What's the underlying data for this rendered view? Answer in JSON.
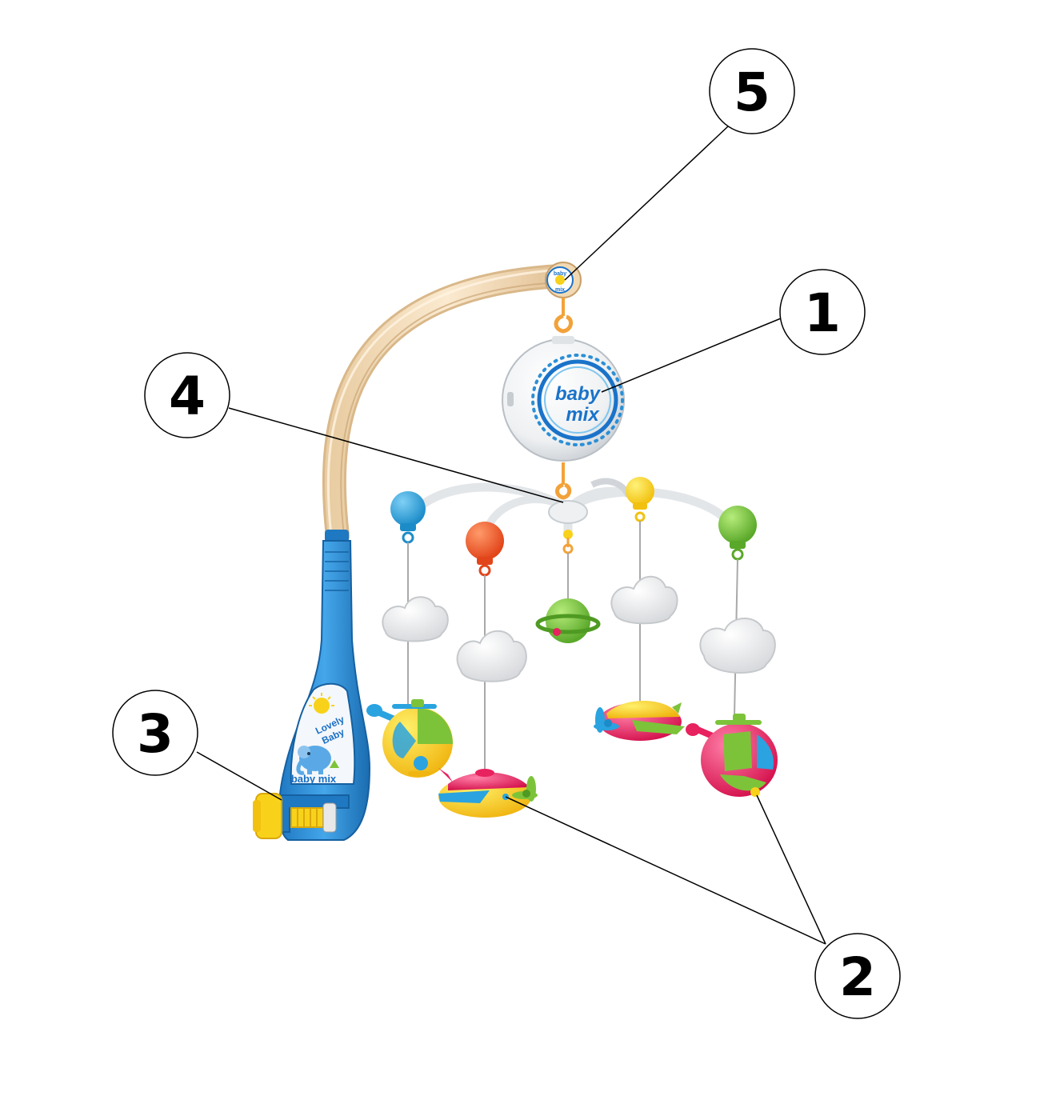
{
  "callouts": [
    {
      "number": "1",
      "part": "music-box"
    },
    {
      "number": "2",
      "part": "hanging-toys"
    },
    {
      "number": "3",
      "part": "crib-clamp"
    },
    {
      "number": "4",
      "part": "hanger-arms"
    },
    {
      "number": "5",
      "part": "arm-connector"
    }
  ],
  "branding": {
    "music_box_logo_line1": "baby",
    "music_box_logo_line2": "mix",
    "clamp_label_line1": "Lovely",
    "clamp_label_line2": "Baby",
    "clamp_brand": "baby mix",
    "connector_logo_line1": "baby",
    "connector_logo_line2": "mix"
  },
  "colors": {
    "clamp_blue": "#2b8fd6",
    "arm_cream": "#f3dcb8",
    "cloud_white": "#f4f4f4",
    "accent_red": "#e8215f",
    "accent_yellow": "#f8d21a",
    "accent_green": "#7cc33a",
    "accent_blue": "#2aa3e0",
    "accent_orange": "#f05a22"
  }
}
